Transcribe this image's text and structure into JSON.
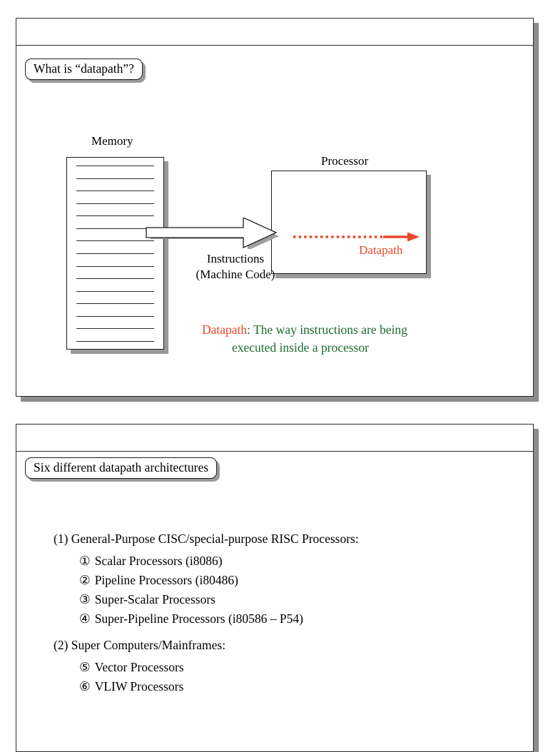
{
  "document": {
    "type": "presentation-handout",
    "slide_count": 2
  },
  "colors": {
    "accent_red": "#E8472A",
    "accent_green": "#1A6B2A",
    "ink": "#000000",
    "shadow": "#9a9a9a",
    "border": "#2b2b2b"
  },
  "slide1": {
    "title": "What is “datapath”?",
    "memory_label": "Memory",
    "processor_label": "Processor",
    "memory_rows": 15,
    "arrow_label_line1": "Instructions",
    "arrow_label_line2": "(Machine Code)",
    "datapath_arrow_label": "Datapath",
    "caption": {
      "term": "Datapath",
      "separator": ": ",
      "line1": "The way instructions are being",
      "line2": "executed inside a processor"
    }
  },
  "slide2": {
    "title": "Six different datapath architectures",
    "groups": [
      {
        "marker": "(1)",
        "label": "General-Purpose CISC/special-purpose RISC Processors:",
        "items": [
          {
            "marker": "①",
            "label": "Scalar Processors (i8086)"
          },
          {
            "marker": "②",
            "label": "Pipeline Processors (i80486)"
          },
          {
            "marker": "③",
            "label": "Super-Scalar Processors"
          },
          {
            "marker": "④",
            "label": "Super-Pipeline Processors (i80586 – P54)"
          }
        ]
      },
      {
        "marker": "(2)",
        "label": "Super Computers/Mainframes:",
        "items": [
          {
            "marker": "⑤",
            "label": "Vector Processors"
          },
          {
            "marker": "⑥",
            "label": "VLIW Processors"
          }
        ]
      }
    ]
  }
}
